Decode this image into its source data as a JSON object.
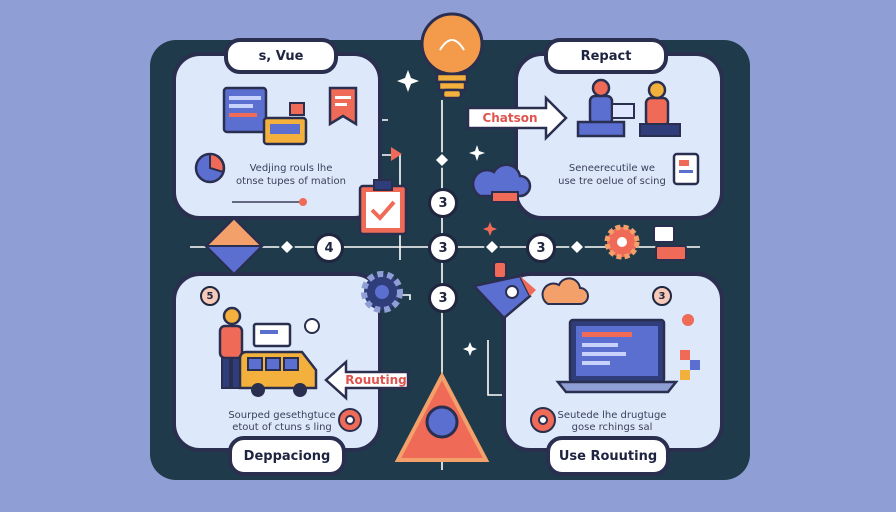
{
  "panels": {
    "top_left": {
      "title": "s, Vue",
      "caption_line1": "Vedjing rouls lhe",
      "caption_line2": "otnse tupes of mation"
    },
    "top_right": {
      "title": "Repact",
      "arrow_label": "Chatson",
      "caption_line1": "Seneerecutile we",
      "caption_line2": "use tre oelue of scing"
    },
    "bottom_left": {
      "title": "Deppaciong",
      "arrow_label": "Rouuting",
      "caption_line1": "Sourped gesethgtuce",
      "caption_line2": "etout of ctuns s ling"
    },
    "bottom_right": {
      "title": "Use Rouuting",
      "caption_line1": "Seutede lhe drugtuge",
      "caption_line2": "gose rchings sal"
    }
  },
  "steps": [
    "3",
    "4",
    "3",
    "3",
    "3",
    "3",
    "5"
  ],
  "colors": {
    "background": "#8f9fd6",
    "board": "#1f3a4a",
    "panel": "#dde8fb",
    "accent": "#ef6b57",
    "outline": "#2a2f4f"
  },
  "icons": [
    "lightbulb-icon",
    "gear-icon",
    "rocket-icon",
    "cloud-icon",
    "clipboard-check-icon",
    "laptop-icon",
    "van-icon",
    "compass-icon",
    "chart-icon"
  ]
}
